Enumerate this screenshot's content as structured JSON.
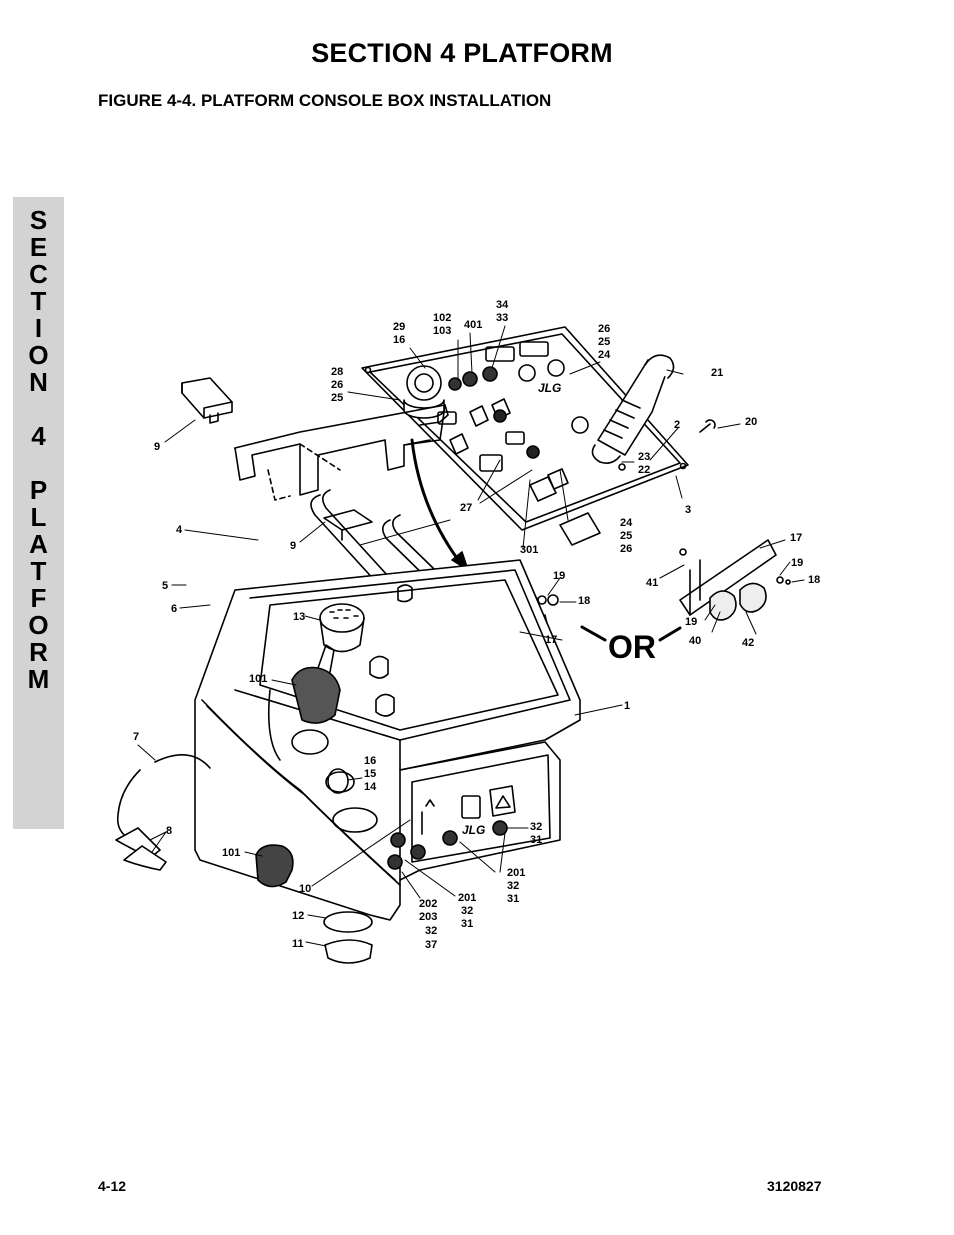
{
  "header": {
    "section_title": "SECTION 4  PLATFORM",
    "figure_caption": "FIGURE 4-4.    PLATFORM CONSOLE BOX INSTALLATION"
  },
  "side_tab": {
    "letters": [
      "S",
      "E",
      "C",
      "T",
      "I",
      "O",
      "N",
      "",
      "4",
      "",
      "P",
      "L",
      "A",
      "T",
      "F",
      "O",
      "R",
      "M"
    ]
  },
  "figure": {
    "or_label": "OR",
    "logo_text": "JLG",
    "callouts": {
      "c29_16": [
        "29",
        "16"
      ],
      "c102_103": [
        "102",
        "103"
      ],
      "c401": "401",
      "c34_33": [
        "34",
        "33"
      ],
      "c26_25_24_top": [
        "26",
        "25",
        "24"
      ],
      "c21": "21",
      "c28_26_25": [
        "28",
        "26",
        "25"
      ],
      "c2": "2",
      "c20": "20",
      "c9_top": "9",
      "c23_22": [
        "23",
        "22"
      ],
      "c3": "3",
      "c4": "4",
      "c27": "27",
      "c24_25_26_bottom": [
        "24",
        "25",
        "26"
      ],
      "c301": "301",
      "c9_mid": "9",
      "c17_right": "17",
      "c19_right": "19",
      "c41": "41",
      "c18_right": "18",
      "c5": "5",
      "c19_mid": "19",
      "c18_mid": "18",
      "c6": "6",
      "c13": "13",
      "c17_mid": "17",
      "c19_lower": "19",
      "c40": "40",
      "c42": "42",
      "c101_upper": "101",
      "c1": "1",
      "c7": "7",
      "c16_15_14": [
        "16",
        "15",
        "14"
      ],
      "c32_31_right": [
        "32",
        "31"
      ],
      "c8": "8",
      "c101_lower": "101",
      "c201_32_31_a": [
        "201",
        "32",
        "31"
      ],
      "c10": "10",
      "c201_32_31_b": [
        "201",
        "32",
        "31"
      ],
      "c202_203_32_37": [
        "202",
        "203",
        "32",
        "37"
      ],
      "c12": "12",
      "c11": "11"
    }
  },
  "footer": {
    "page_number": "4-12",
    "document_number": "3120827"
  }
}
